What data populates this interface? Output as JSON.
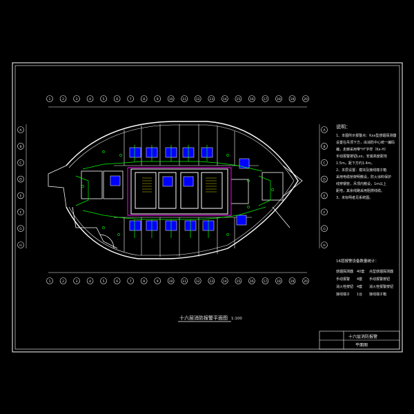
{
  "drawing": {
    "title": "十六层消防报警平面图",
    "scale": "1:100"
  },
  "notes": {
    "heading": "说明：",
    "lines": [
      "1、本图所示报警点：Kxx型感烟探测器",
      "设置在吊顶下方，由消防中心统一编码",
      "编，走廊采用带\"H\"字样（Kx-H）",
      "手动报警按钮Lxx，安装高度距地",
      "1.5m。距下方约1.4m。",
      "2、本层设置：模块及接线端子箱",
      "采用电缆桥架明敷设，防火涂料保护",
      "线穿钢管，吊顶内敷设，1m以上",
      "距地，其余线路采用阻燃线缆。",
      "3、未标明者见系统图。"
    ]
  },
  "legend": {
    "heading": "16层报警设备数量统计：",
    "rows": [
      {
        "name": "感烟探测器",
        "qty": "40套",
        "desc": "点型感烟探测器"
      },
      {
        "name": "手动报警",
        "qty": "4套",
        "desc": "手动报警按钮"
      },
      {
        "name": "消火栓按钮",
        "qty": "4套",
        "desc": "消火栓报警按钮"
      },
      {
        "name": "接线端子",
        "qty": "1台",
        "desc": "接线端子箱"
      }
    ]
  },
  "title_block": {
    "name": "十六层消防报警",
    "sheet": "平面图"
  },
  "grid": {
    "top_axes": [
      "1",
      "2",
      "3",
      "4",
      "5",
      "6",
      "7",
      "8",
      "9",
      "10",
      "11",
      "12",
      "13",
      "14",
      "15",
      "16",
      "17",
      "18",
      "19",
      "20"
    ],
    "left_axes": [
      "A",
      "B",
      "C",
      "D",
      "E",
      "F",
      "G",
      "H"
    ],
    "right_axes": [
      "A",
      "B",
      "C",
      "D",
      "E",
      "F",
      "G",
      "H"
    ]
  },
  "colors": {
    "background": "#000000",
    "frame": "#ffffff",
    "walls": "#ffffff",
    "wiring": "#00ff00",
    "devices": "#0000ff",
    "highlight": "#ff00ff",
    "text": "#e8e8e8",
    "stair": "#cccc00"
  }
}
